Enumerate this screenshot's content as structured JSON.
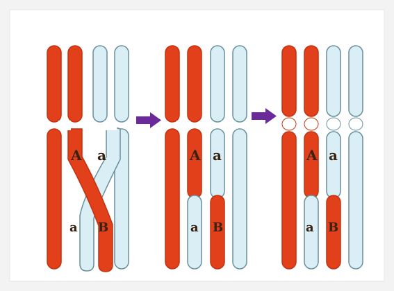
{
  "colors": {
    "background": "#f3f3f3",
    "panel": "#ffffff",
    "paternal": "#e2401a",
    "paternal_edge": "#c23210",
    "maternal": "#d9eef5",
    "maternal_edge": "#6a8f9c",
    "arrow": "#6b2a9a",
    "label": "#3a2210"
  },
  "stages": [
    {
      "name": "crossing-over-pairing",
      "labels": {
        "A": "A",
        "a": "a",
        "a_lower": "a",
        "B": "B"
      }
    },
    {
      "name": "after-exchange",
      "labels": {
        "A": "A",
        "a": "a",
        "a_lower": "a",
        "B": "B"
      }
    },
    {
      "name": "separated-chromatids",
      "labels": {
        "A": "A",
        "a": "a",
        "a_lower": "a",
        "B": "B"
      }
    }
  ],
  "arrows": [
    {
      "name": "arrow-stage-1-to-2",
      "icon": "right-arrow-icon"
    },
    {
      "name": "arrow-stage-2-to-3",
      "icon": "right-arrow-icon"
    }
  ]
}
